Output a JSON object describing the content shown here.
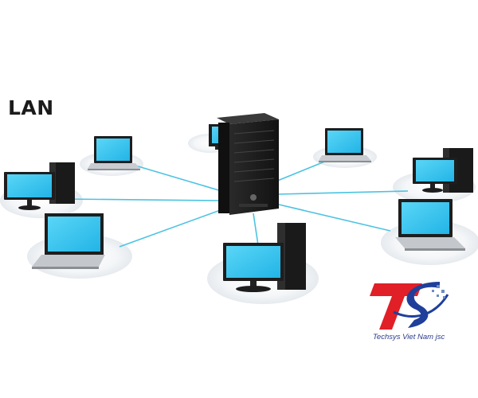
{
  "diagram": {
    "title": "LAN",
    "type": "star network topology",
    "hub": "server-tower",
    "nodes": [
      {
        "id": "laptop-top-left",
        "kind": "laptop"
      },
      {
        "id": "desktop-left",
        "kind": "desktop"
      },
      {
        "id": "laptop-left-lower",
        "kind": "laptop"
      },
      {
        "id": "desktop-top-center",
        "kind": "desktop"
      },
      {
        "id": "laptop-top-right",
        "kind": "laptop"
      },
      {
        "id": "desktop-right",
        "kind": "desktop"
      },
      {
        "id": "laptop-right-lower",
        "kind": "laptop"
      },
      {
        "id": "desktop-bottom-center",
        "kind": "desktop"
      }
    ]
  },
  "logo": {
    "company_name": "Techsys Viet Nam  jsc",
    "colors": {
      "red": "#e11f26",
      "blue": "#1f3f9a"
    }
  },
  "colors": {
    "screen": "#36c6ef",
    "cable": "#4cc3e2",
    "device": "#1e1e1e",
    "pad": "#f2f4f6"
  }
}
